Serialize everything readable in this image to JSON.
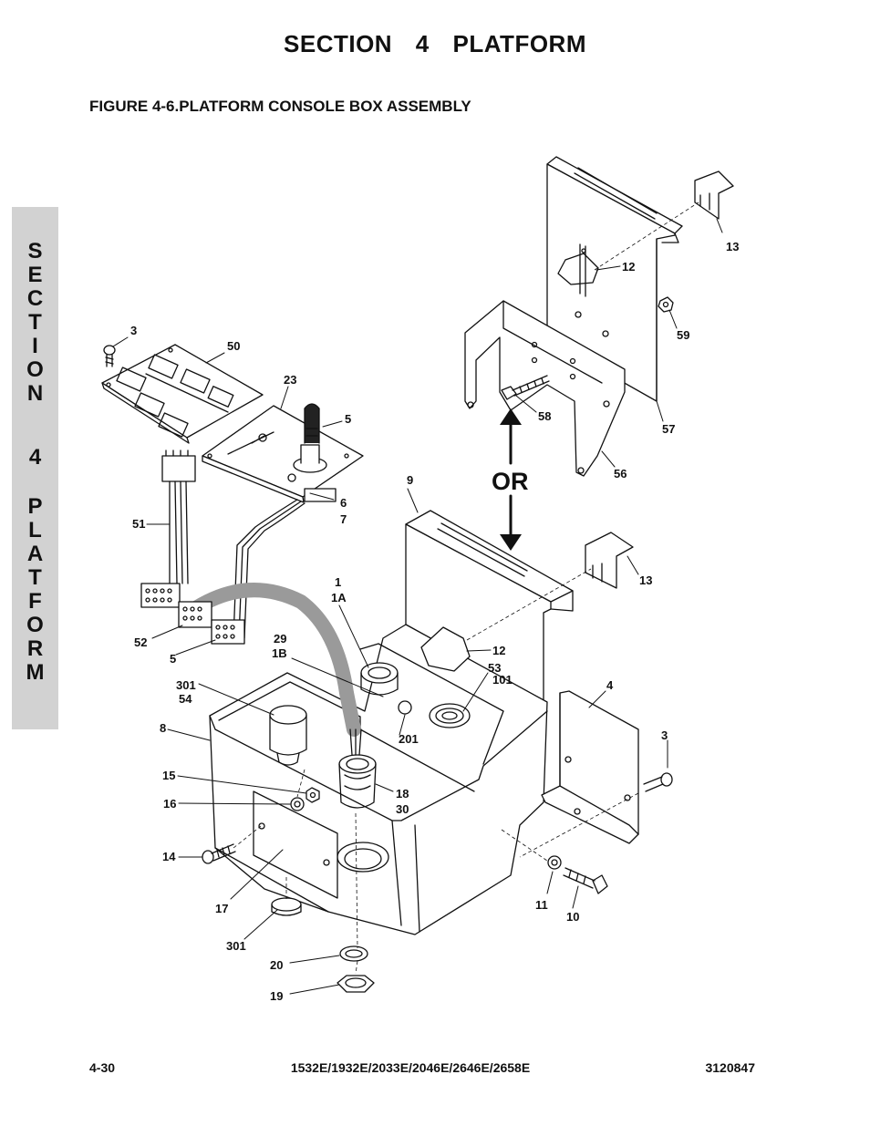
{
  "header": {
    "section_title": "SECTION 4     PLATFORM",
    "figure_title": "FIGURE 4-6.PLATFORM CONSOLE BOX ASSEMBLY"
  },
  "side_tab": {
    "letters": [
      "S",
      "E",
      "C",
      "T",
      "I",
      "O",
      "N",
      "4",
      "P",
      "L",
      "A",
      "T",
      "F",
      "O",
      "R",
      "M"
    ]
  },
  "diagram": {
    "or_label": "OR",
    "callouts": [
      "3",
      "50",
      "23",
      "5",
      "51",
      "52",
      "5",
      "6",
      "7",
      "9",
      "1",
      "1A",
      "29",
      "1B",
      "301",
      "54",
      "8",
      "15",
      "16",
      "14",
      "17",
      "301",
      "20",
      "19",
      "53",
      "101",
      "201",
      "18",
      "30",
      "12",
      "13",
      "4",
      "3",
      "11",
      "10",
      "13",
      "12",
      "59",
      "57",
      "58",
      "56"
    ]
  },
  "footer": {
    "page": "4-30",
    "models": "1532E/1932E/2033E/2046E/2646E/2658E",
    "doc_number": "3120847"
  }
}
